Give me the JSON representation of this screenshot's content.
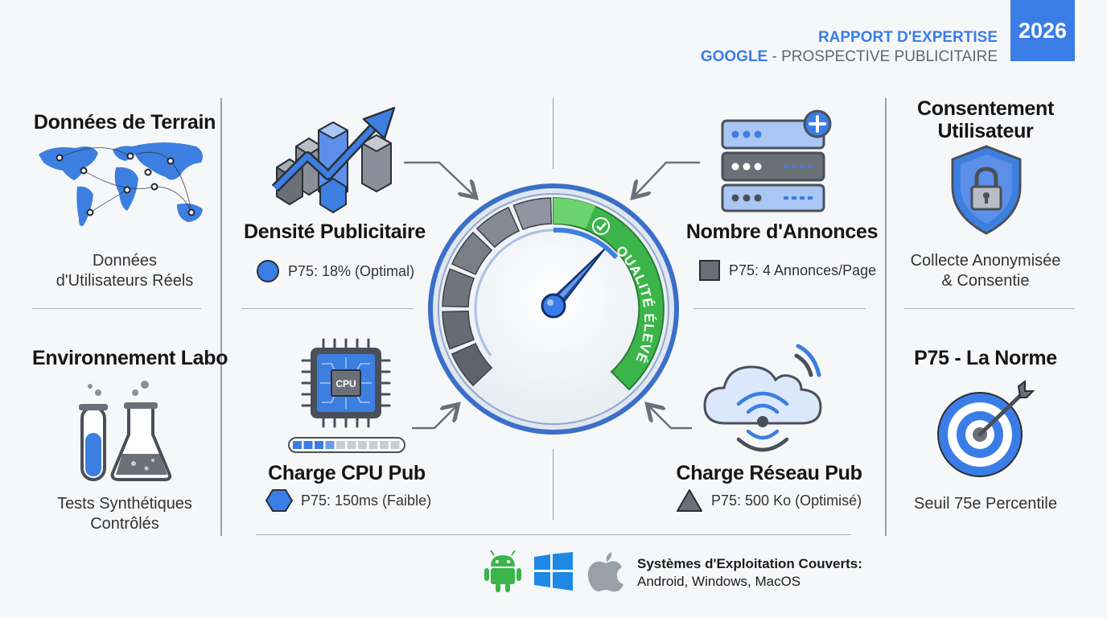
{
  "header": {
    "year": "2026",
    "line1": "RAPPORT D'EXPERTISE",
    "line2_brand": "GOOGLE",
    "line2_rest": " - PROSPECTIVE PUBLICITAIRE"
  },
  "left": {
    "field_title": "Données de Terrain",
    "field_sub_1": "Données",
    "field_sub_2": "d'Utilisateurs Réels",
    "lab_title": "Environnement Labo",
    "lab_sub_1": "Tests Synthétiques",
    "lab_sub_2": "Contrôlés"
  },
  "center": {
    "density_title": "Densité Publicitaire",
    "density_metric": "P75: 18% (Optimal)",
    "ads_title": "Nombre d'Annonces",
    "ads_metric": "P75: 4 Annonces/Page",
    "cpu_title": "Charge CPU Pub",
    "cpu_metric": "P75: 150ms (Faible)",
    "cpu_chip_label": "CPU",
    "net_title": "Charge Réseau Pub",
    "net_metric": "P75: 500 Ko (Optimisé)",
    "gauge_label": "QUALITÉ ÉLEVÉE"
  },
  "right": {
    "consent_title_1": "Consentement",
    "consent_title_2": "Utilisateur",
    "consent_sub_1": "Collecte Anonymisée",
    "consent_sub_2": "& Consentie",
    "norm_title": "P75 - La Norme",
    "norm_sub": "Seuil 75e Percentile"
  },
  "footer": {
    "os_title": "Systèmes d'Exploitation Couverts:",
    "os_list": "Android, Windows, MacOS"
  },
  "colors": {
    "accent": "#3b7de6",
    "green": "#3bb54a",
    "gray": "#6b7078"
  }
}
